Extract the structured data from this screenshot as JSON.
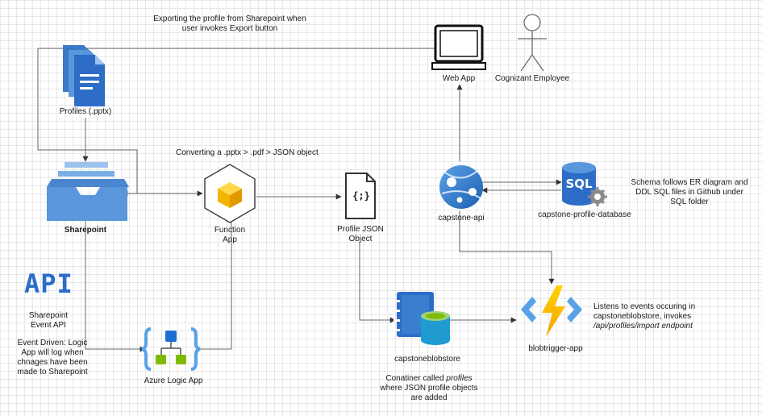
{
  "notes": {
    "export": "Exporting the profile from Sharepoint when\nuser invokes Export button",
    "converting": "Converting a .pptx > .pdf > JSON object",
    "schema": "Schema follows ER diagram and\nDDL SQL files in Github under\nSQL folder",
    "listens_line1": "Listens to events occuring in",
    "listens_line2": "capstoneblobstore, invokes",
    "listens_line3": "/api/profiles/import endpoint",
    "event_driven": "Event Driven: Logic\nApp will log when\nchnages have been\nmade to Sharepoint",
    "container_pre": "Conatiner called ",
    "container_em": "profiles",
    "container_post": "\nwhere JSON profile objects\nare added"
  },
  "nodes": {
    "profiles": "Profiles (.pptx)",
    "sharepoint": "Sharepoint",
    "sharepoint_api": "Sharepoint\nEvent API",
    "api_logo": "API",
    "function_app": "Function\nApp",
    "profile_json": "Profile JSON\nObject",
    "json_glyph": "{;}",
    "web_app": "Web App",
    "employee": "Cognizant Employee",
    "capstone_api": "capstone-api",
    "database": "capstone-profile-database",
    "sql_text": "SQL",
    "blobstore": "capstoneblobstore",
    "blobtrigger": "blobtrigger-app",
    "logic_app": "Azure Logic App"
  },
  "colors": {
    "accent_blue": "#2d6dc8",
    "sharepoint_blue": "#5a96dc",
    "function_yellow": "#f5c518",
    "logic_green": "#7fba00",
    "edge": "#555555"
  }
}
